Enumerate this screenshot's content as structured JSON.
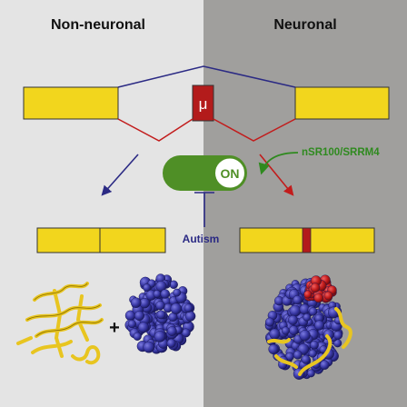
{
  "panels": {
    "left_title": "Non-neuronal",
    "right_title": "Neuronal"
  },
  "microexon": {
    "label": "μ"
  },
  "switch": {
    "label": "ON"
  },
  "regulator": {
    "label": "nSR100/SRRM4"
  },
  "inhibitor": {
    "label": "Autism"
  },
  "plus": {
    "label": "+"
  },
  "colors": {
    "left_bg": "#e4e4e4",
    "right_bg": "#a09f9d",
    "exon": "#f2d61d",
    "microexon": "#b31b1b",
    "protein_blue": "#2e2d8f",
    "helix_yellow": "#e8c520",
    "switch_green": "#4f8f26",
    "regulator_green": "#2f8a1f",
    "inclusion_red": "#c21c1c",
    "skip_blue": "#2b2a84",
    "outline": "#333333"
  }
}
